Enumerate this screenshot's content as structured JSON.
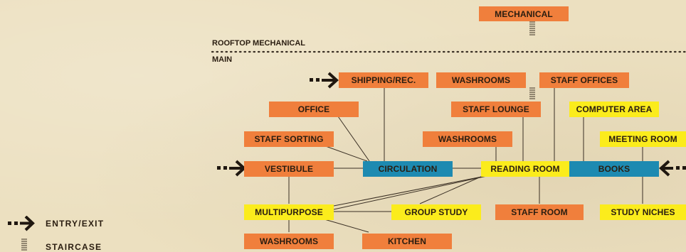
{
  "levels": {
    "rooftop": "ROOFTOP MECHANICAL",
    "main": "MAIN"
  },
  "rooms": {
    "mechanical": "MECHANICAL",
    "shipping": "SHIPPING/REC.",
    "washrooms_top": "WASHROOMS",
    "staff_offices": "STAFF OFFICES",
    "office": "OFFICE",
    "staff_lounge": "STAFF LOUNGE",
    "computer_area": "COMPUTER AREA",
    "staff_sorting": "STAFF SORTING",
    "washrooms_mid": "WASHROOMS",
    "meeting_room": "MEETING ROOM",
    "vestibule": "VESTIBULE",
    "circulation": "CIRCULATION",
    "reading_room": "READING ROOM",
    "books": "BOOKS",
    "multipurpose": "MULTIPURPOSE",
    "group_study": "GROUP STUDY",
    "staff_room": "STAFF ROOM",
    "study_niches": "STUDY NICHES",
    "washrooms_bottom": "WASHROOMS",
    "kitchen": "KITCHEN"
  },
  "colors": {
    "admin": "#f07f3c",
    "public": "#fbec1c",
    "circulation": "#1d8ab1",
    "lines": "#3a2f24"
  },
  "legend": {
    "entry_exit": "ENTRY/EXIT",
    "staircase": "STAIRCASE"
  }
}
